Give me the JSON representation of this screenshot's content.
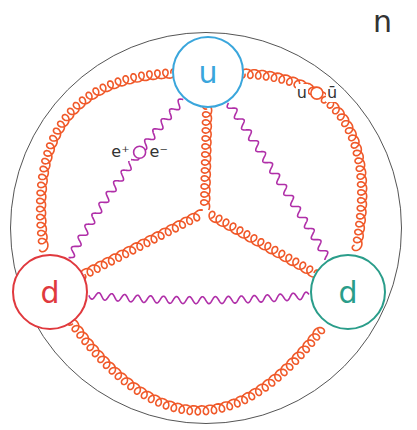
{
  "diagram": {
    "nodes": [
      {
        "text": [
          "n"
        ]
      },
      {
        "text": [
          "u"
        ],
        "in": 0
      },
      {
        "text": [
          "d"
        ],
        "in": 0
      },
      {
        "text": [
          "d"
        ],
        "in": 0
      }
    ],
    "edges": [
      {
        "from": 1,
        "to": 2,
        "arrow": "none"
      },
      {
        "from": 1,
        "to": 3,
        "arrow": "none"
      },
      {
        "from": 2,
        "to": 3,
        "arrow": "none"
      },
      {
        "from": 1,
        "to": 2,
        "arrow": "none"
      },
      {
        "from": 1,
        "to": 3,
        "arrow": "none"
      },
      {
        "from": 2,
        "to": 3,
        "arrow": "none"
      }
    ],
    "labels": [
      "e⁺",
      "e⁻",
      "u",
      "ū"
    ]
  }
}
